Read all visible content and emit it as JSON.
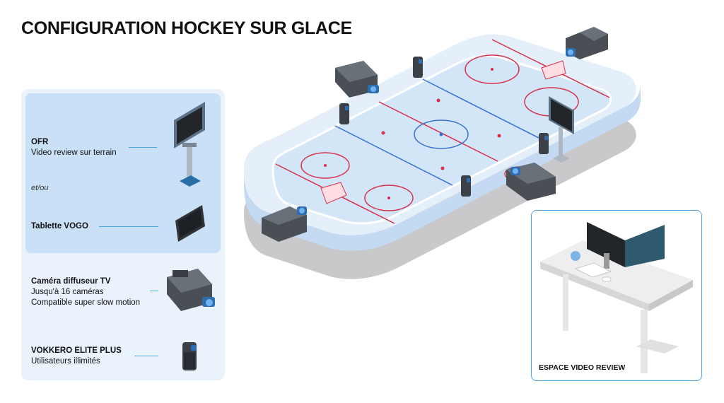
{
  "title": "CONFIGURATION HOCKEY SUR GLACE",
  "legend": {
    "ofr_title": "OFR",
    "ofr_desc": "Video review sur terrain",
    "etou": "et/ou",
    "tablet_title": "Tablette VOGO",
    "camera_title": "Caméra diffuseur TV",
    "camera_desc1": "Jusqu'à 16 caméras",
    "camera_desc2": "Compatible super slow motion",
    "vokkero_title": "VOKKERO ELITE PLUS",
    "vokkero_desc": "Utilisateurs illimités"
  },
  "review_area": {
    "label": "ESPACE VIDEO REVIEW"
  },
  "colors": {
    "ice": "#dcebfa",
    "rink_side": "#c3daf2",
    "red_line": "#d9304a",
    "blue_line": "#3b6fd6",
    "accent": "#4aa7e0",
    "device_dark": "#3c4147"
  }
}
